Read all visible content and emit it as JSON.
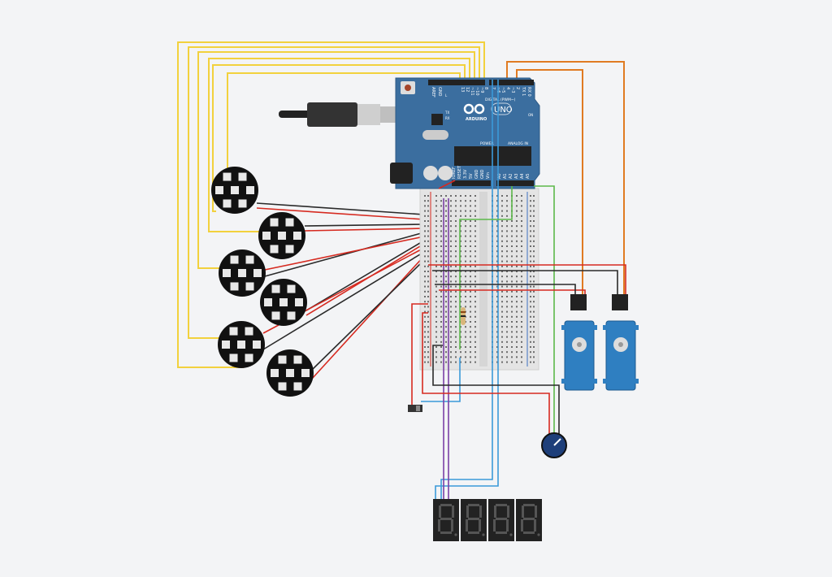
{
  "arduino": {
    "brand": "ARDUINO",
    "model": "UNO",
    "digital_label": "DIGITAL (PWM~)",
    "power_label": "POWER",
    "analog_label": "ANALOG IN",
    "led_labels": [
      "L",
      "TX",
      "RX",
      "ON"
    ],
    "digital_pins": [
      "AREF",
      "GND",
      "13",
      "12",
      "~11",
      "~10",
      "~9",
      "8",
      "7",
      "~6",
      "~5",
      "4",
      "~3",
      "2",
      "TX 1",
      "RX 0"
    ],
    "power_pins": [
      "IOREF",
      "RESET",
      "3.3V",
      "5V",
      "GND",
      "GND",
      "Vin"
    ],
    "analog_pins": [
      "A0",
      "A1",
      "A2",
      "A3",
      "A4",
      "A5"
    ],
    "board_color": "#3b6e9f"
  },
  "components": {
    "neopixel_rings": 6,
    "servos": 2,
    "seven_segment_digits": 4,
    "potentiometer": 1,
    "slide_switch": 1,
    "resistor": 1
  },
  "colors": {
    "background": "#f3f4f6",
    "wire_yellow": "#f2d13d",
    "wire_red": "#d62a20",
    "wire_black": "#2a2a2a",
    "wire_orange": "#e07b22",
    "wire_blue": "#3b9ad9",
    "wire_green": "#5cb84a",
    "wire_purple": "#7b3fa6",
    "servo_blue": "#2f7fc1"
  }
}
